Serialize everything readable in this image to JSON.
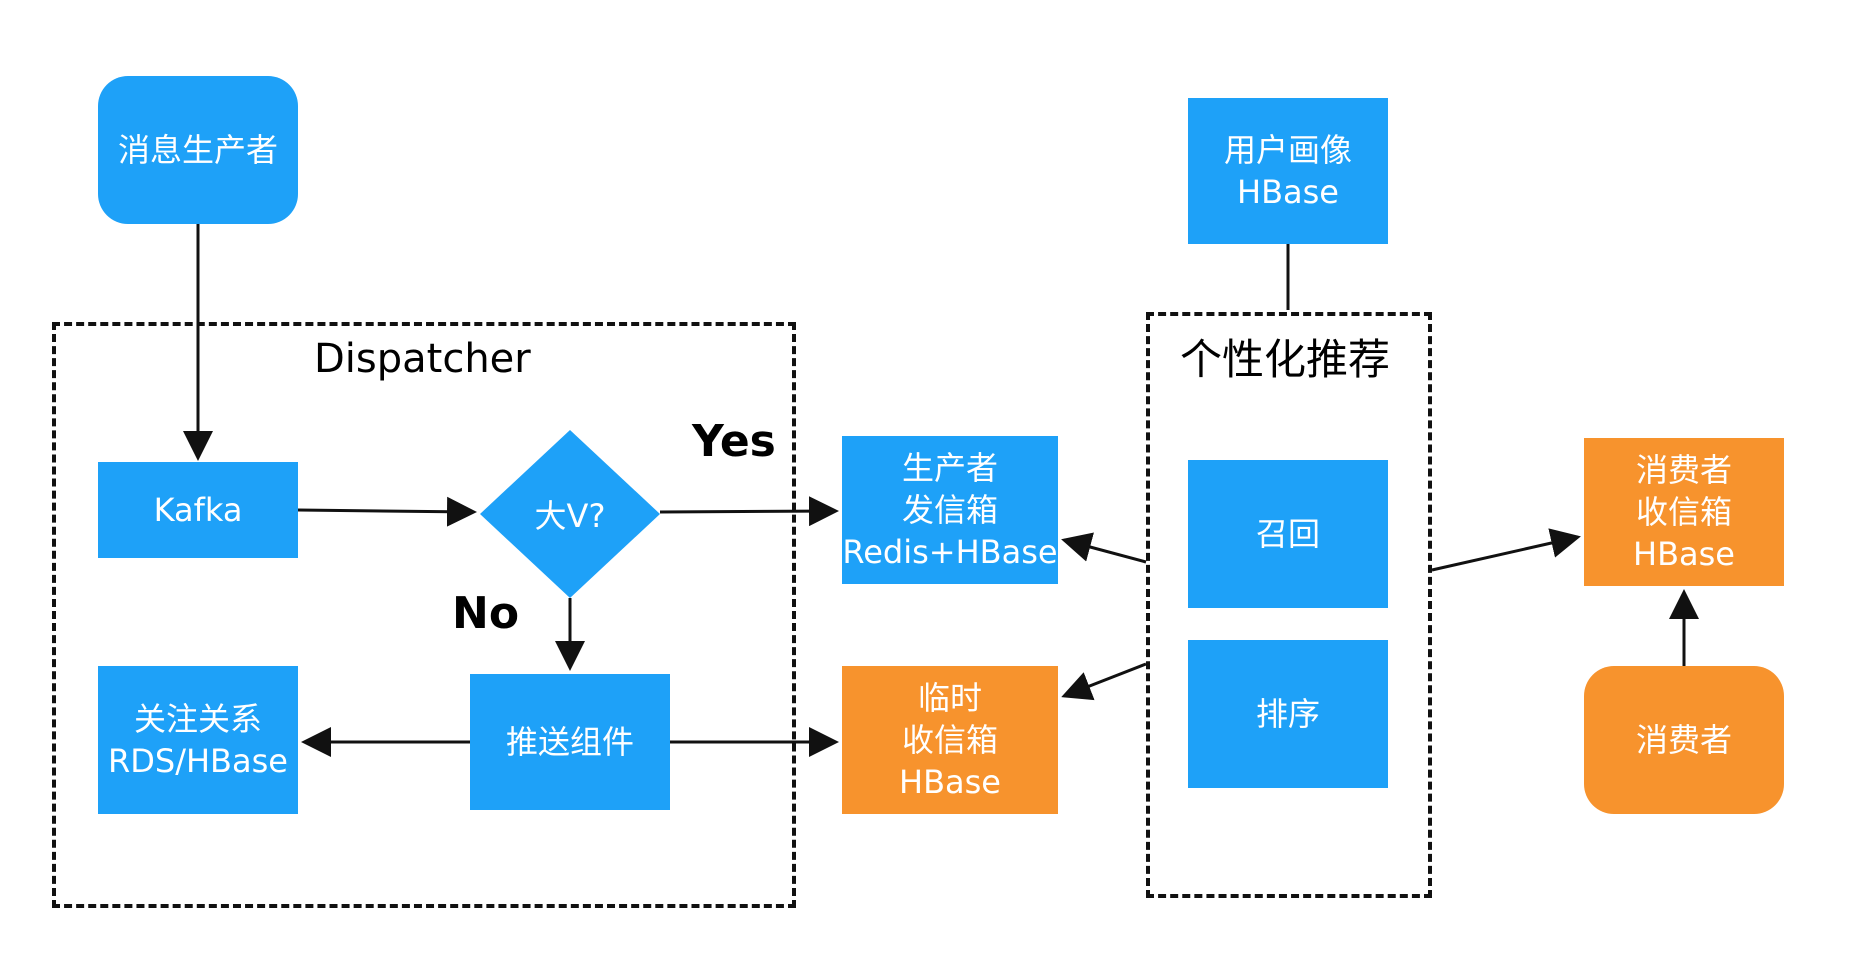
{
  "groups": {
    "dispatcher": "Dispatcher",
    "recommend": "个性化推荐"
  },
  "nodes": {
    "producer": "消息生产者",
    "kafka": "Kafka",
    "decision": "大V?",
    "push": "推送组件",
    "follow": [
      "关注关系",
      "RDS/HBase"
    ],
    "outbox": [
      "生产者",
      "发信箱",
      "Redis+HBase"
    ],
    "temp_inbox": [
      "临时",
      "收信箱",
      "HBase"
    ],
    "profile": [
      "用户画像",
      "HBase"
    ],
    "recall": "召回",
    "rank": "排序",
    "consumer_inbox": [
      "消费者",
      "收信箱",
      "HBase"
    ],
    "consumer": "消费者"
  },
  "edge_labels": {
    "yes": "Yes",
    "no": "No"
  },
  "colors": {
    "blue": "#1ea1f8",
    "orange": "#f7932d",
    "line": "#111111"
  }
}
